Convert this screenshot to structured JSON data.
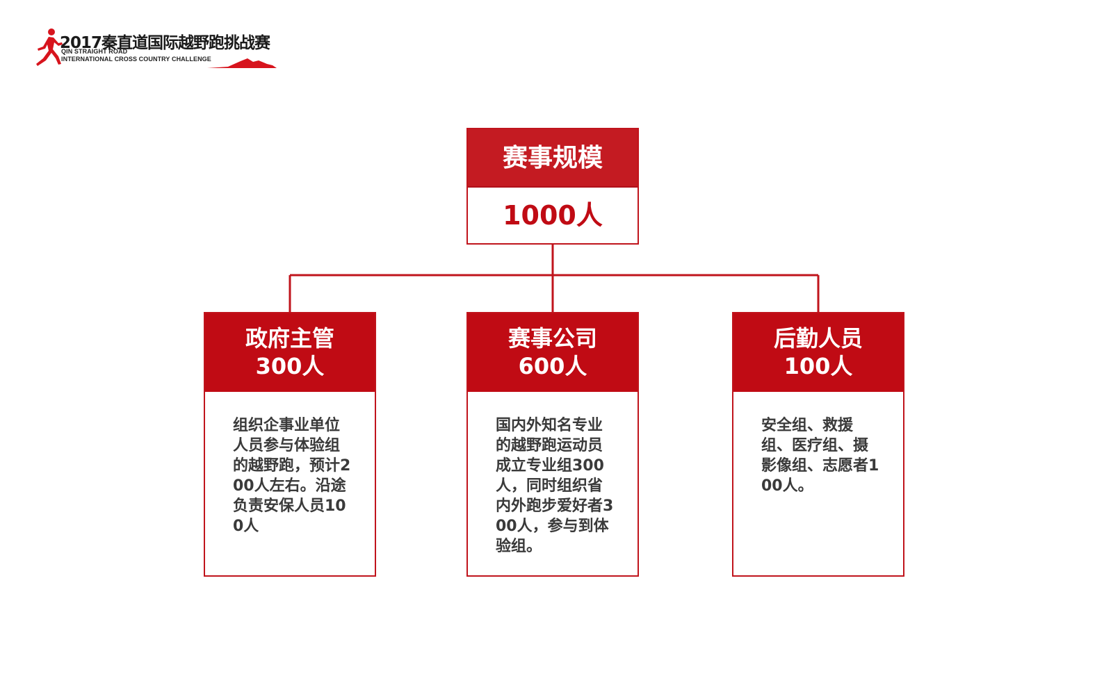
{
  "logo": {
    "title": "2017秦直道国际越野跑挑战赛",
    "subtitle_line1": "QIN STRAIGHT ROAD",
    "subtitle_line2": "INTERNATIONAL CROSS COUNTRY CHALLENGE"
  },
  "colors": {
    "accent": "#c00b14",
    "text": "#3a3a3a"
  },
  "top": {
    "label": "赛事规模",
    "value": "1000人"
  },
  "children": [
    {
      "label": "政府主管",
      "value": "300人",
      "description": "组织企事业单位人员参与体验组的越野跑，预计200人左右。沿途负责安保人员100人"
    },
    {
      "label": "赛事公司",
      "value": "600人",
      "description": "国内外知名专业的越野跑运动员成立专业组300人，同时组织省内外跑步爱好者300人，参与到体验组。"
    },
    {
      "label": "后勤人员",
      "value": "100人",
      "description": "安全组、救援组、医疗组、摄影像组、志愿者100人。"
    }
  ]
}
